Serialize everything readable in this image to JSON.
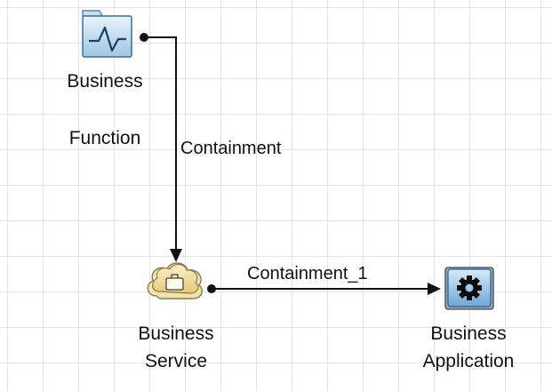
{
  "diagram": {
    "nodes": {
      "business_function": {
        "label_line1": "Business",
        "label_line2": "Function",
        "icon": "business-function-icon"
      },
      "business_service": {
        "label_line1": "Business",
        "label_line2": "Service",
        "icon": "business-service-icon"
      },
      "business_application": {
        "label_line1": "Business",
        "label_line2": "Application",
        "icon": "business-application-icon"
      }
    },
    "edges": {
      "containment": {
        "label": "Containment"
      },
      "containment_1": {
        "label": "Containment_1"
      }
    }
  }
}
